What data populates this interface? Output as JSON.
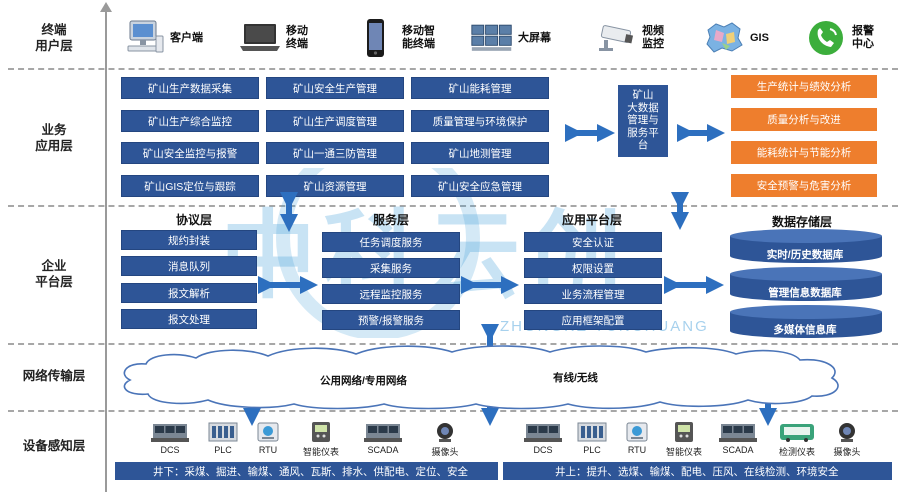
{
  "layers": {
    "terminal": "终端\n用户层",
    "business": "业务\n应用层",
    "platform": "企业\n平台层",
    "network": "网络传输层",
    "device": "设备感知层"
  },
  "terminals": [
    {
      "label": "客户端",
      "icon": "desktop-computer-icon"
    },
    {
      "label": "移动\n终端",
      "icon": "laptop-icon"
    },
    {
      "label": "移动智\n能终端",
      "icon": "smartphone-icon"
    },
    {
      "label": "大屏幕",
      "icon": "video-wall-icon"
    },
    {
      "label": "视频\n监控",
      "icon": "surveillance-camera-icon"
    },
    {
      "label": "GIS",
      "icon": "map-icon"
    },
    {
      "label": "报警\n中心",
      "icon": "phone-alarm-icon"
    }
  ],
  "business": {
    "col1": [
      "矿山生产数据采集",
      "矿山生产综合监控",
      "矿山安全监控与报警",
      "矿山GIS定位与跟踪"
    ],
    "col2": [
      "矿山安全生产管理",
      "矿山生产调度管理",
      "矿山一通三防管理",
      "矿山资源管理"
    ],
    "col3": [
      "矿山能耗管理",
      "质量管理与环境保护",
      "矿山地测管理",
      "矿山安全应急管理"
    ],
    "bigdata": "矿山\n大数据\n管理与\n服务平\n台",
    "analytics": [
      "生产统计与绩效分析",
      "质量分析与改进",
      "能耗统计与节能分析",
      "安全预警与危害分析"
    ]
  },
  "platform": {
    "protocol_title": "协议层",
    "protocol": [
      "规约封装",
      "消息队列",
      "报文解析",
      "报文处理"
    ],
    "service_title": "服务层",
    "service": [
      "任务调度服务",
      "采集服务",
      "远程监控服务",
      "预警/报警服务"
    ],
    "app_title": "应用平台层",
    "app": [
      "安全认证",
      "权限设置",
      "业务流程管理",
      "应用框架配置"
    ],
    "storage_title": "数据存储层",
    "storage": [
      "实时/历史数据库",
      "管理信息数据库",
      "多媒体信息库"
    ]
  },
  "network": {
    "left": "公用网络/专用网络",
    "right": "有线/无线"
  },
  "devices_left": [
    "DCS",
    "PLC",
    "RTU",
    "智能仪表",
    "SCADA",
    "摄像头"
  ],
  "devices_right": [
    "DCS",
    "PLC",
    "RTU",
    "智能仪表",
    "SCADA",
    "检测仪表",
    "摄像头"
  ],
  "footer": {
    "left": "井下：采煤、掘进、输煤、通风、瓦斯、排水、供配电、定位、安全",
    "right": "井上：提升、选煤、输煤、配电、压风、在线检测、环境安全"
  },
  "watermark": {
    "cn": "中科云创",
    "en": "ZHONGKE YUNCHUANG"
  },
  "colors": {
    "blue_box": "#2e5597",
    "orange_box": "#ee7e2d",
    "arrow": "#2d6fbf",
    "watermark": "#3b9ad6"
  }
}
